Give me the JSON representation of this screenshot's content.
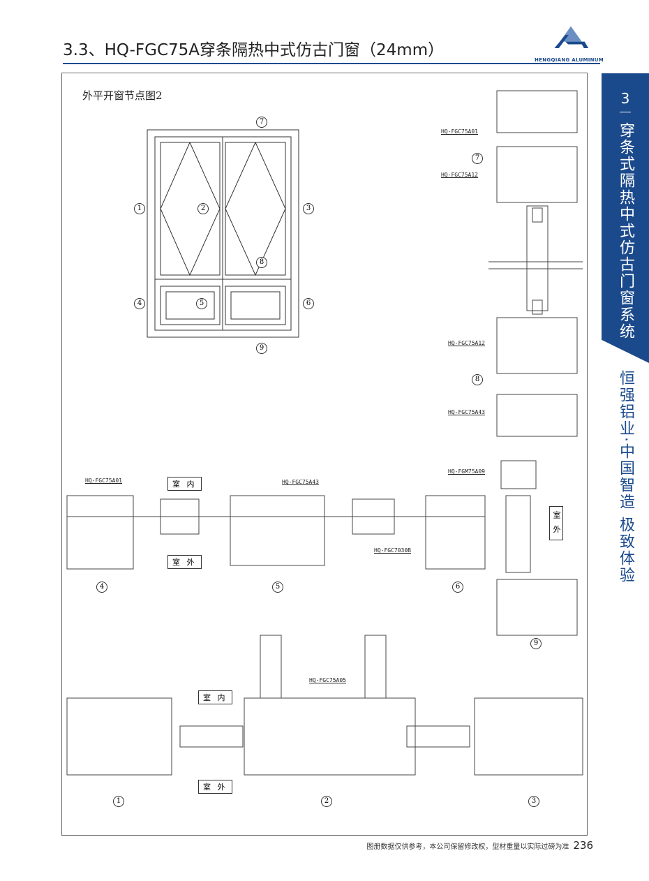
{
  "header": {
    "title": "3.3、HQ-FGC75A穿条隔热中式仿古门窗（24mm）",
    "logo_text": "HENGQIANG ALUMINUM"
  },
  "sidebar": {
    "number": "3",
    "title": "穿条式隔热中式仿古门窗系统",
    "slogan": "恒强铝业·中国智造 极致体验"
  },
  "drawing": {
    "subtitle": "外平开窗节点图2",
    "elevation_markers": [
      "1",
      "2",
      "3",
      "4",
      "5",
      "6",
      "7",
      "8",
      "9"
    ],
    "profile_labels": {
      "a01_top": "HQ-FGC75A01",
      "a12_top": "HQ-FGC75A12",
      "a12_mid": "HQ-FGC75A12",
      "a43_right": "HQ-FGC75A43",
      "m09": "HQ-FGM75A09",
      "a01_left": "HQ-FGC75A01",
      "a43_mid": "HQ-FGC75A43",
      "c7030b": "HQ-FGC7030B",
      "a05": "HQ-FGC75A05"
    },
    "room": {
      "inside": "室 内",
      "outside": "室 外"
    }
  },
  "footer": {
    "note": "图册数据仅供参考，本公司保留修改权，型材重量以实际过磅为准",
    "page": "236"
  }
}
